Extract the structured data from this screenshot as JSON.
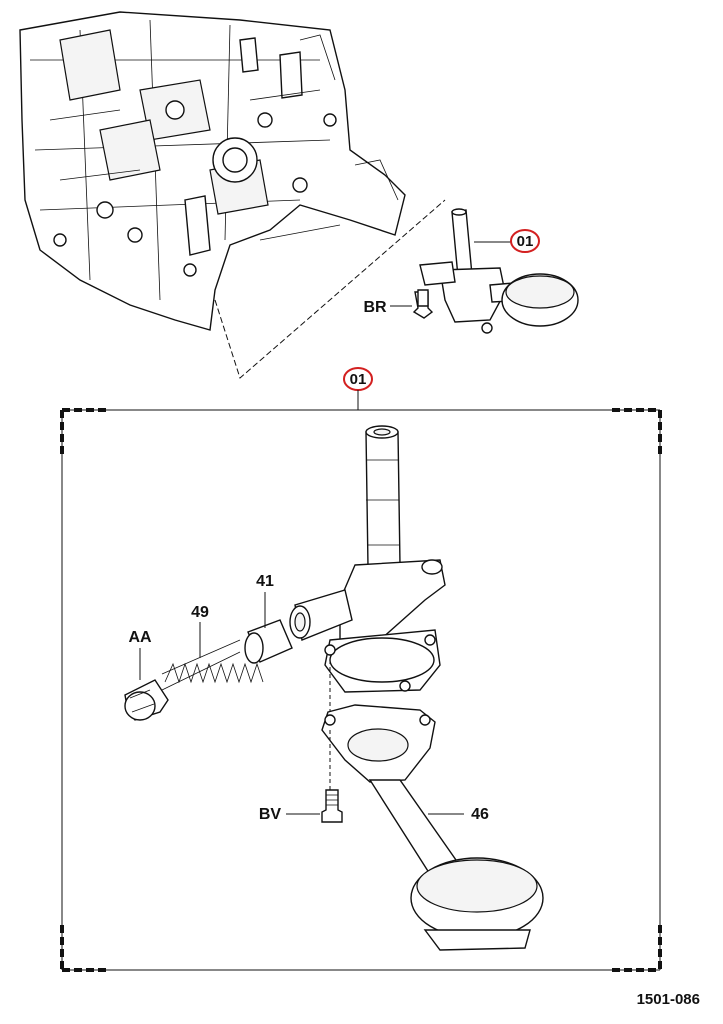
{
  "diagram": {
    "code": "1501-086",
    "callouts": {
      "top_assembly": "01",
      "detail_box": "01",
      "bolt_top": "BR",
      "bolt_bottom": "BV",
      "plug": "AA",
      "spring": "49",
      "sleeve": "41",
      "pickup_tube": "46"
    },
    "colors": {
      "highlight_circle": "#d32020",
      "line": "#111111"
    }
  }
}
